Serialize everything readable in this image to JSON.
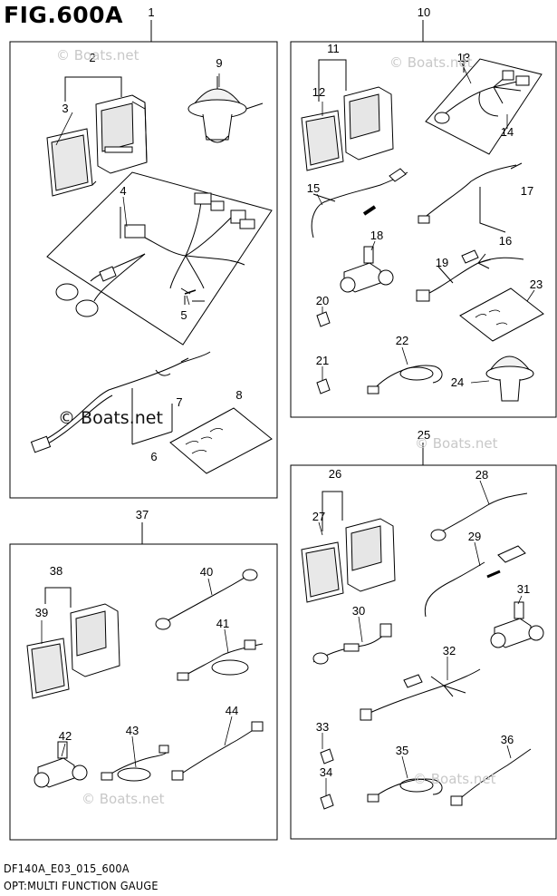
{
  "figure": {
    "title": "FIG.600A",
    "code": "DF140A_E03_015_600A",
    "description": "OPT:MULTI FUNCTION GAUGE"
  },
  "watermark": {
    "text": "© Boats.net"
  },
  "part_labels": [
    "1",
    "2",
    "3",
    "4",
    "5",
    "6",
    "7",
    "8",
    "9",
    "10",
    "11",
    "12",
    "13",
    "14",
    "15",
    "16",
    "17",
    "18",
    "19",
    "20",
    "21",
    "22",
    "23",
    "24",
    "25",
    "26",
    "27",
    "28",
    "29",
    "30",
    "31",
    "32",
    "33",
    "34",
    "35",
    "36",
    "37",
    "38",
    "39",
    "40",
    "41",
    "42",
    "43",
    "44"
  ]
}
